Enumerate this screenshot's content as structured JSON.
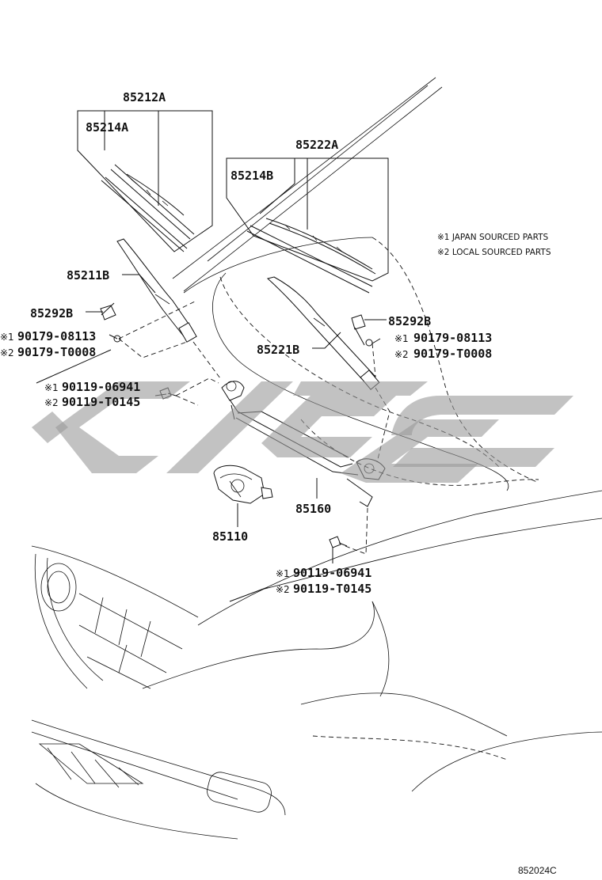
{
  "parts": {
    "p85212A": "85212A",
    "p85214A": "85214A",
    "p85222A": "85222A",
    "p85214B": "85214B",
    "p85211B": "85211B",
    "p85221B": "85221B",
    "p85292B_left": "85292B",
    "p85292B_right": "85292B",
    "p85160": "85160",
    "p85110": "85110"
  },
  "fasteners": {
    "left_nut": {
      "jp": "90179-08113",
      "local": "90179-T0008"
    },
    "right_nut": {
      "jp": "90179-08113",
      "local": "90179-T0008"
    },
    "left_bolt": {
      "jp": "90119-06941",
      "local": "90119-T0145"
    },
    "right_bolt": {
      "jp": "90119-06941",
      "local": "90119-T0145"
    }
  },
  "markers": {
    "m1": "※1",
    "m2": "※2"
  },
  "legend": {
    "jp": "※1 JAPAN SOURCED PARTS",
    "local": "※2 LOCAL SOURCED PARTS"
  },
  "diagram_ref": "852024C",
  "colors": {
    "line": "#111111",
    "watermark": "#9a9a9a"
  }
}
